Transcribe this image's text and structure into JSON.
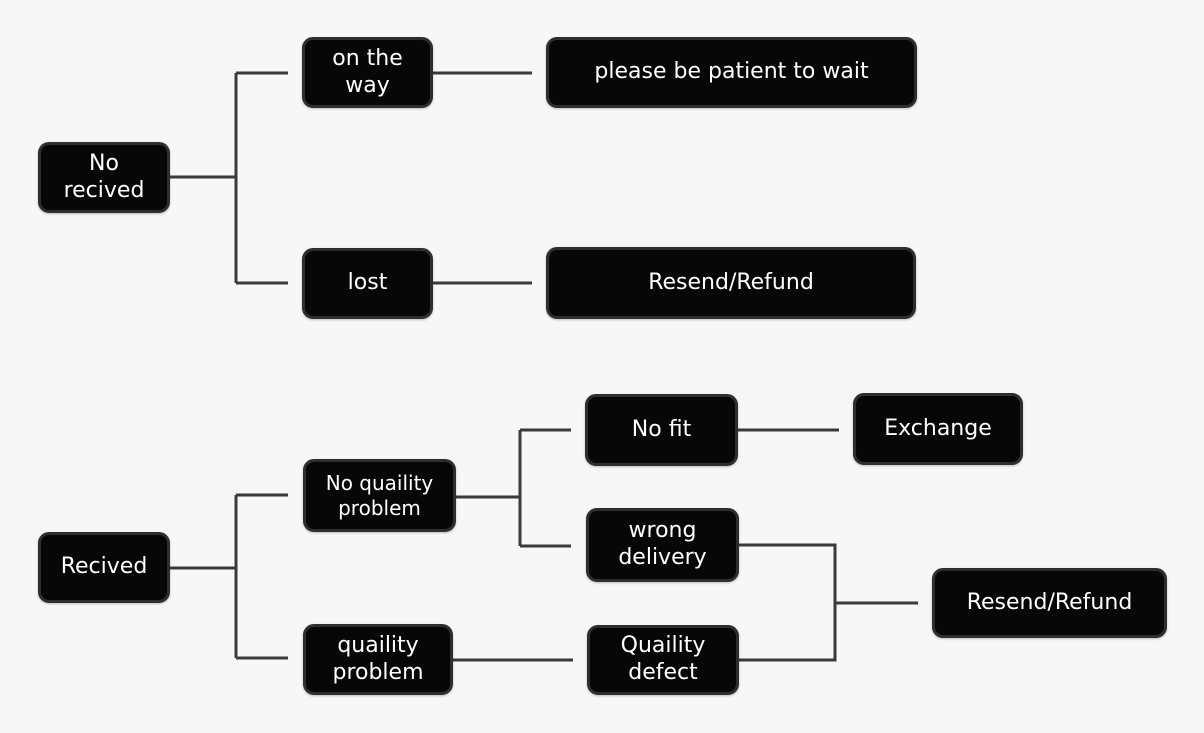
{
  "diagram": {
    "background_color": "#f7f7f8",
    "node_fill_color": "#070707",
    "node_border_color": "#2e2e2e",
    "node_text_color": "#ffffff",
    "connector_color": "#3a3a3a",
    "nodes": [
      {
        "id": "no-recived",
        "label": "No\nrecived"
      },
      {
        "id": "on-the-way",
        "label": "on the\nway"
      },
      {
        "id": "please-be-patient",
        "label": "please be patient to wait"
      },
      {
        "id": "lost",
        "label": "lost"
      },
      {
        "id": "resend-refund-top",
        "label": "Resend/Refund"
      },
      {
        "id": "recived",
        "label": "Recived"
      },
      {
        "id": "no-quaility-problem",
        "label": "No quaility\nproblem"
      },
      {
        "id": "quaility-problem",
        "label": "quaility\nproblem"
      },
      {
        "id": "no-fit",
        "label": "No fit"
      },
      {
        "id": "exchange",
        "label": "Exchange"
      },
      {
        "id": "wrong-delivery",
        "label": "wrong\ndelivery"
      },
      {
        "id": "quaility-defect",
        "label": "Quaility\ndefect"
      },
      {
        "id": "resend-refund-bottom",
        "label": "Resend/Refund"
      }
    ],
    "edges": [
      {
        "from": "no-recived",
        "to": "on-the-way"
      },
      {
        "from": "no-recived",
        "to": "lost"
      },
      {
        "from": "on-the-way",
        "to": "please-be-patient"
      },
      {
        "from": "lost",
        "to": "resend-refund-top"
      },
      {
        "from": "recived",
        "to": "no-quaility-problem"
      },
      {
        "from": "recived",
        "to": "quaility-problem"
      },
      {
        "from": "no-quaility-problem",
        "to": "no-fit"
      },
      {
        "from": "no-quaility-problem",
        "to": "wrong-delivery"
      },
      {
        "from": "no-fit",
        "to": "exchange"
      },
      {
        "from": "quaility-problem",
        "to": "quaility-defect"
      },
      {
        "from": "wrong-delivery",
        "to": "resend-refund-bottom"
      },
      {
        "from": "quaility-defect",
        "to": "resend-refund-bottom"
      }
    ]
  }
}
